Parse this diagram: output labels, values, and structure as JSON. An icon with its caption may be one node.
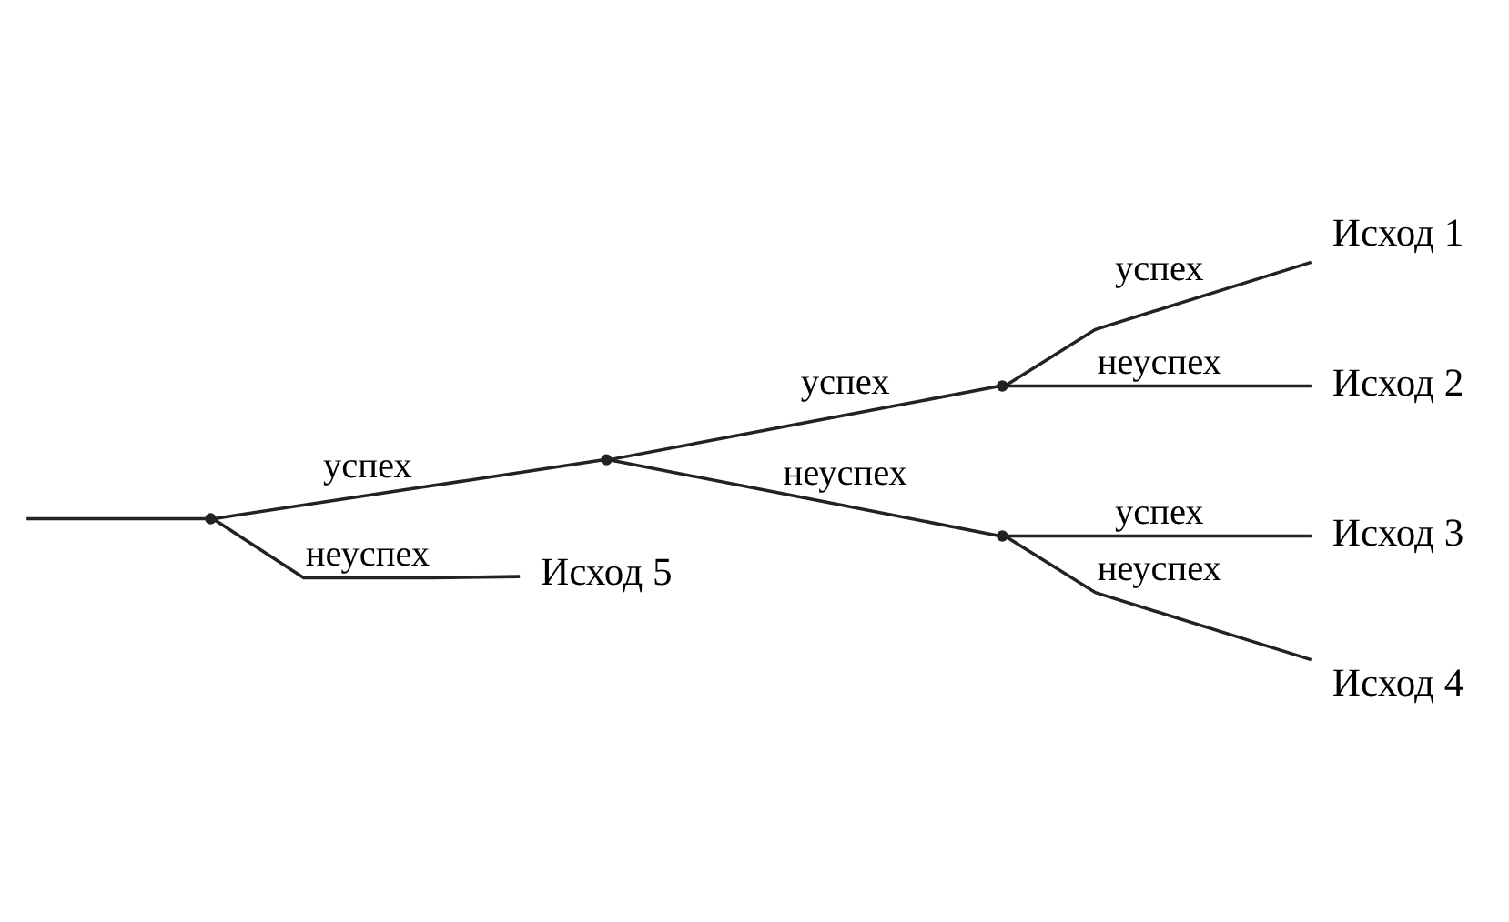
{
  "diagram": {
    "nodes": [
      {
        "text": [],
        "shape": "point"
      },
      {
        "text": [],
        "shape": "point"
      },
      {
        "text": [],
        "shape": "point"
      },
      {
        "text": [
          "Исход 1"
        ]
      },
      {
        "text": [
          "Исход 2"
        ]
      },
      {
        "text": [],
        "shape": "point"
      },
      {
        "text": [
          "Исход 3"
        ]
      },
      {
        "text": [
          "Исход 4"
        ]
      },
      {
        "text": [
          "Исход 5"
        ]
      }
    ],
    "edges": [
      {
        "from": null,
        "to": 0,
        "arrow": "none"
      },
      {
        "from": 0,
        "to": 1,
        "arrow": "none",
        "label": "успех"
      },
      {
        "from": 1,
        "to": 2,
        "arrow": "none",
        "label": "успех"
      },
      {
        "from": 2,
        "to": 3,
        "arrow": "none",
        "label": "успех"
      },
      {
        "from": 2,
        "to": 4,
        "arrow": "none",
        "label": "неуспех"
      },
      {
        "from": 1,
        "to": 5,
        "arrow": "none",
        "label": "неуспех"
      },
      {
        "from": 5,
        "to": 6,
        "arrow": "none",
        "label": "успех"
      },
      {
        "from": 5,
        "to": 7,
        "arrow": "none",
        "label": "неуспех"
      },
      {
        "from": 0,
        "to": 8,
        "arrow": "none",
        "label": "неуспех"
      }
    ]
  }
}
